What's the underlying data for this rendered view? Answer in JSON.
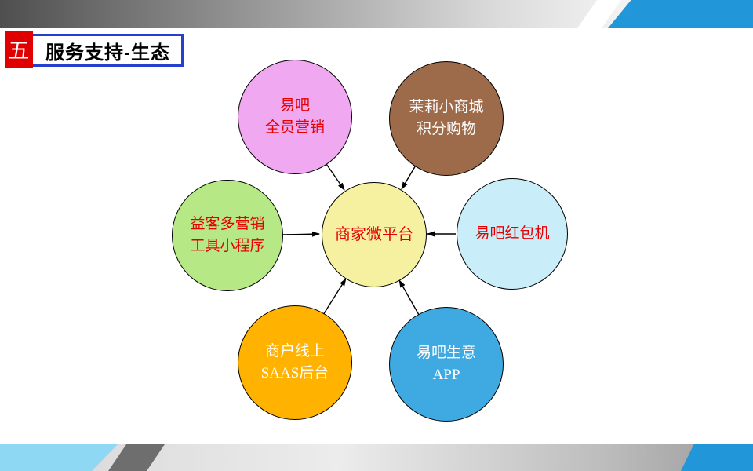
{
  "header": {
    "section_number": "五",
    "title": "服务支持-生态"
  },
  "colors": {
    "accent_blue": "#2196d9",
    "title_border_blue": "#2440cc",
    "section_red": "#e00000",
    "footer_cyan": "#8fd8f3",
    "red_text": "#e60000",
    "node_pink": "#f0a9f0",
    "node_brown": "#9e6b4a",
    "node_green": "#b6e986",
    "node_cyan": "#c9eef9",
    "node_orange": "#ffb300",
    "node_blue": "#3fa9e1",
    "node_center_yellow": "#f5f1a0"
  },
  "diagram": {
    "center_node": {
      "label": "商家微平台"
    },
    "nodes": [
      {
        "line1": "易吧",
        "line2": "全员营销"
      },
      {
        "line1": "茉莉小商城",
        "line2": "积分购物"
      },
      {
        "line1": "益客多营销",
        "line2": "工具小程序"
      },
      {
        "line1": "易吧红包机",
        "line2": ""
      },
      {
        "line1": "商户线上",
        "line2": "SAAS后台"
      },
      {
        "line1": "易吧生意",
        "line2": "APP"
      }
    ]
  }
}
